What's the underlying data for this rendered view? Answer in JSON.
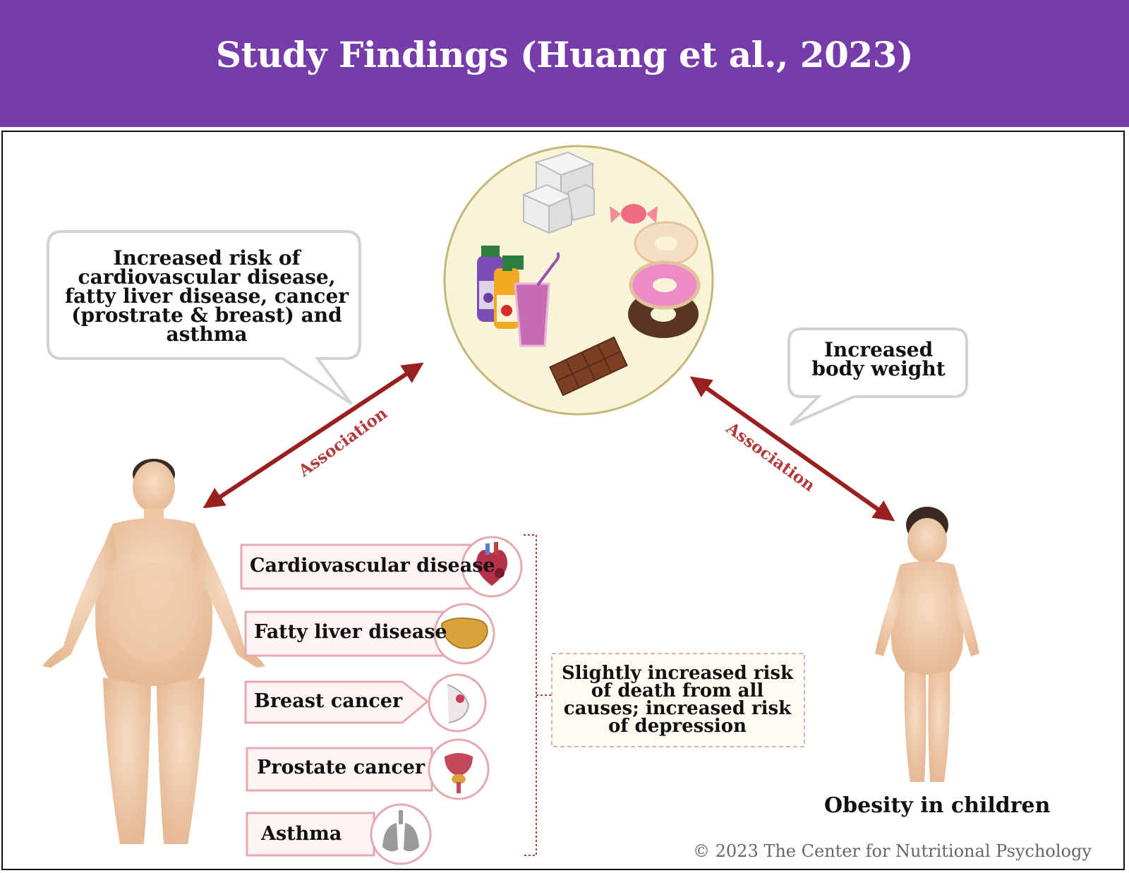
{
  "header": {
    "title": "Study Findings (Huang et al., 2023)",
    "background": "#763cab"
  },
  "bubbles": {
    "adult_risks": "Increased risk of cardiovascular disease, fatty liver disease, cancer (prostrate & breast) and asthma",
    "child_weight": "Increased body weight"
  },
  "arrows": {
    "left_label": "Association",
    "right_label": "Association",
    "color": "#9a1f1f"
  },
  "diseases": [
    {
      "label": "Cardiovascular disease",
      "icon": "heart-icon"
    },
    {
      "label": "Fatty liver disease",
      "icon": "liver-icon"
    },
    {
      "label": "Breast cancer",
      "icon": "breast-icon"
    },
    {
      "label": "Prostate cancer",
      "icon": "prostate-icon"
    },
    {
      "label": "Asthma",
      "icon": "lungs-icon"
    }
  ],
  "note": "Slightly increased risk of death from all causes; increased risk of depression",
  "child_caption": "Obesity in children",
  "copyright": "© 2023 The Center for Nutritional Psychology"
}
